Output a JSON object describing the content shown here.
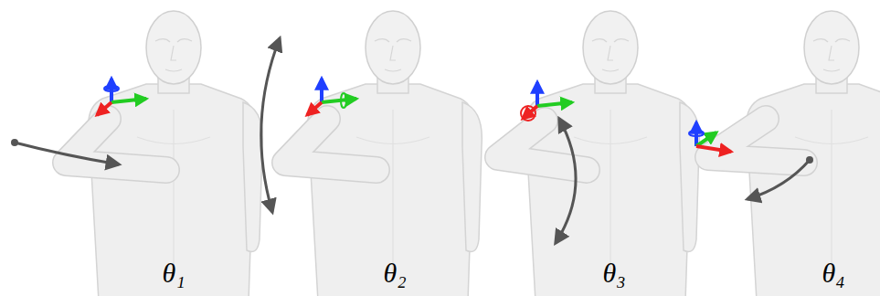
{
  "diagram": {
    "labels": [
      "θ₁",
      "θ₂",
      "θ₃",
      "θ₄"
    ]
  }
}
